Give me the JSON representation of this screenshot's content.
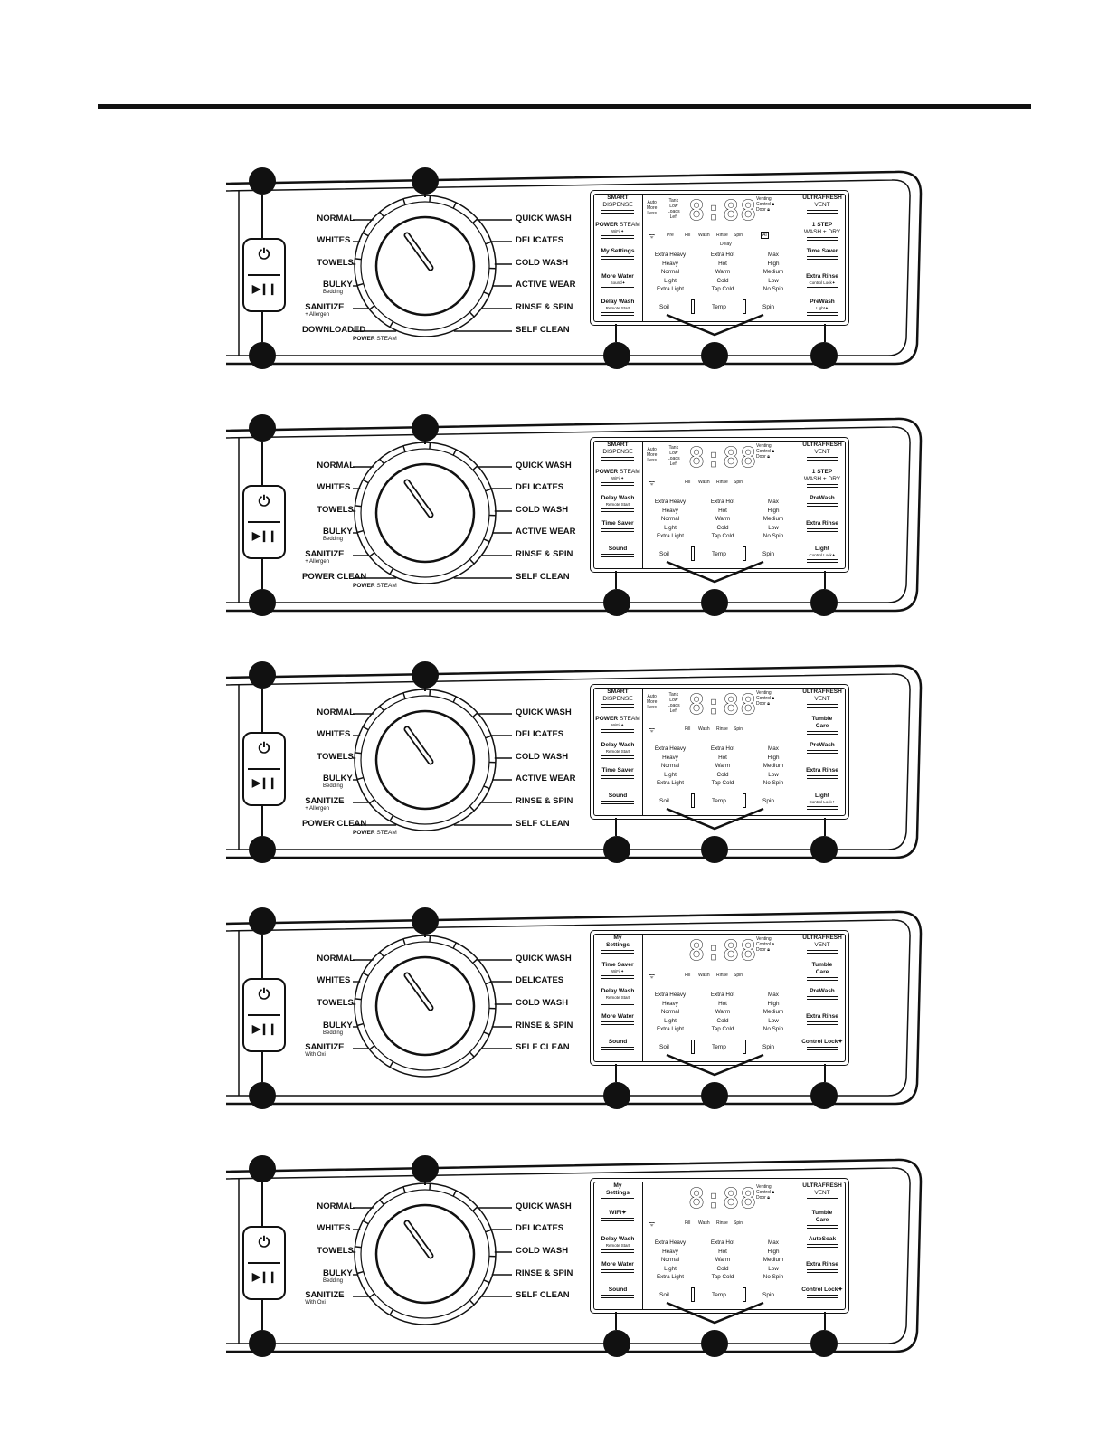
{
  "panels": [
    {
      "left_cycles": [
        {
          "label": "NORMAL"
        },
        {
          "label": "WHITES"
        },
        {
          "label": "TOWELS"
        },
        {
          "label": "BULKY",
          "sub": "Bedding"
        },
        {
          "label": "SANITIZE",
          "sub": "+ Allergen"
        },
        {
          "label": "DOWNLOADED"
        }
      ],
      "right_cycles": [
        "QUICK WASH",
        "DELICATES",
        "COLD WASH",
        "ACTIVE WEAR",
        "RINSE & SPIN",
        "SELF CLEAN"
      ],
      "powersteam": {
        "bold": "POWER",
        "rest": "STEAM"
      },
      "left_buttons": [
        {
          "label": "SMART",
          "label2": "DISPENSE"
        },
        {
          "label": "POWER",
          "label2": "STEAM",
          "sub": "WiFi ✦"
        },
        {
          "label": "My Settings"
        },
        {
          "label": "More Water",
          "sub": "Sound✦"
        },
        {
          "label": "Delay Wash",
          "sub": "Remote Start"
        }
      ],
      "right_buttons": [
        {
          "label": "ULTRAFRESH",
          "label2": "VENT"
        },
        {
          "label": "1 STEP",
          "label2": "WASH + DRY"
        },
        {
          "label": "Time Saver"
        },
        {
          "label": "Extra Rinse",
          "sub": "Control Lock✦"
        },
        {
          "label": "PreWash",
          "sub": "Light✦"
        }
      ],
      "load_labels": "Auto\nMore\nLess",
      "tank_labels": "Tank\nLow\nLoads\nLeft",
      "display": "8:88",
      "status": "Venting\nControl 🔒︎\nDoor 🔒︎",
      "phases": [
        "Pre",
        "Fill",
        "Wash",
        "Rinse",
        "Spin"
      ],
      "extra_icon": "AI",
      "delay_label": "Delay",
      "soil": [
        "Extra Heavy",
        "Heavy",
        "Normal",
        "Light",
        "Extra Light"
      ],
      "temp": [
        "Extra Hot",
        "Hot",
        "Warm",
        "Cold",
        "Tap Cold"
      ],
      "spin": [
        "Max",
        "High",
        "Medium",
        "Low",
        "No Spin"
      ],
      "selectors": [
        "Soil",
        "Temp",
        "Spin"
      ]
    },
    {
      "left_cycles": [
        {
          "label": "NORMAL"
        },
        {
          "label": "WHITES"
        },
        {
          "label": "TOWELS"
        },
        {
          "label": "BULKY",
          "sub": "Bedding"
        },
        {
          "label": "SANITIZE",
          "sub": "+ Allergen"
        },
        {
          "label": "POWER CLEAN"
        }
      ],
      "right_cycles": [
        "QUICK WASH",
        "DELICATES",
        "COLD WASH",
        "ACTIVE WEAR",
        "RINSE & SPIN",
        "SELF CLEAN"
      ],
      "powersteam": {
        "bold": "POWER",
        "rest": "STEAM"
      },
      "left_buttons": [
        {
          "label": "SMART",
          "label2": "DISPENSE"
        },
        {
          "label": "POWER",
          "label2": "STEAM",
          "sub": "WiFi ✦"
        },
        {
          "label": "Delay Wash",
          "sub": "Remote Start"
        },
        {
          "label": "Time Saver"
        },
        {
          "label": "Sound"
        }
      ],
      "right_buttons": [
        {
          "label": "ULTRAFRESH",
          "label2": "VENT"
        },
        {
          "label": "1 STEP",
          "label2": "WASH + DRY"
        },
        {
          "label": "PreWash"
        },
        {
          "label": "Extra Rinse"
        },
        {
          "label": "Light",
          "sub": "Control Lock✦"
        }
      ],
      "load_labels": "Auto\nMore\nLess",
      "tank_labels": "Tank\nLow\nLoads\nLeft",
      "display": "8:88",
      "status": "Venting\nControl 🔒︎\nDoor 🔒︎",
      "phases": [
        "Fill",
        "Wash",
        "Rinse",
        "Spin"
      ],
      "soil": [
        "Extra Heavy",
        "Heavy",
        "Normal",
        "Light",
        "Extra Light"
      ],
      "temp": [
        "Extra Hot",
        "Hot",
        "Warm",
        "Cold",
        "Tap Cold"
      ],
      "spin": [
        "Max",
        "High",
        "Medium",
        "Low",
        "No Spin"
      ],
      "selectors": [
        "Soil",
        "Temp",
        "Spin"
      ]
    },
    {
      "left_cycles": [
        {
          "label": "NORMAL"
        },
        {
          "label": "WHITES"
        },
        {
          "label": "TOWELS"
        },
        {
          "label": "BULKY",
          "sub": "Bedding"
        },
        {
          "label": "SANITIZE",
          "sub": "+ Allergen"
        },
        {
          "label": "POWER CLEAN"
        }
      ],
      "right_cycles": [
        "QUICK WASH",
        "DELICATES",
        "COLD WASH",
        "ACTIVE WEAR",
        "RINSE & SPIN",
        "SELF CLEAN"
      ],
      "powersteam": {
        "bold": "POWER",
        "rest": "STEAM"
      },
      "left_buttons": [
        {
          "label": "SMART",
          "label2": "DISPENSE"
        },
        {
          "label": "POWER",
          "label2": "STEAM",
          "sub": "WiFi ✦"
        },
        {
          "label": "Delay Wash",
          "sub": "Remote Start"
        },
        {
          "label": "Time Saver"
        },
        {
          "label": "Sound"
        }
      ],
      "right_buttons": [
        {
          "label": "ULTRAFRESH",
          "label2": "VENT"
        },
        {
          "label": "Tumble",
          "label2": "Care"
        },
        {
          "label": "PreWash"
        },
        {
          "label": "Extra Rinse"
        },
        {
          "label": "Light",
          "sub": "Control Lock✦"
        }
      ],
      "load_labels": "Auto\nMore\nLess",
      "tank_labels": "Tank\nLow\nLoads\nLeft",
      "display": "8:88",
      "status": "Venting\nControl 🔒︎\nDoor 🔒︎",
      "phases": [
        "Fill",
        "Wash",
        "Rinse",
        "Spin"
      ],
      "soil": [
        "Extra Heavy",
        "Heavy",
        "Normal",
        "Light",
        "Extra Light"
      ],
      "temp": [
        "Extra Hot",
        "Hot",
        "Warm",
        "Cold",
        "Tap Cold"
      ],
      "spin": [
        "Max",
        "High",
        "Medium",
        "Low",
        "No Spin"
      ],
      "selectors": [
        "Soil",
        "Temp",
        "Spin"
      ]
    },
    {
      "left_cycles": [
        {
          "label": "NORMAL"
        },
        {
          "label": "WHITES"
        },
        {
          "label": "TOWELS"
        },
        {
          "label": "BULKY",
          "sub": "Bedding"
        },
        {
          "label": "SANITIZE",
          "sub": "With Oxi"
        }
      ],
      "right_cycles": [
        "QUICK WASH",
        "DELICATES",
        "COLD WASH",
        "RINSE & SPIN",
        "SELF CLEAN"
      ],
      "left_buttons": [
        {
          "label": "My",
          "label2": "Settings"
        },
        {
          "label": "Time Saver",
          "sub": "WiFi ✦"
        },
        {
          "label": "Delay Wash",
          "sub": "Remote Start"
        },
        {
          "label": "More Water"
        },
        {
          "label": "Sound"
        }
      ],
      "right_buttons": [
        {
          "label": "ULTRAFRESH",
          "label2": "VENT"
        },
        {
          "label": "Tumble",
          "label2": "Care"
        },
        {
          "label": "PreWash"
        },
        {
          "label": "Extra Rinse"
        },
        {
          "label": "Control Lock✦"
        }
      ],
      "display": "8:88",
      "status": "Venting\nControl 🔒︎\nDoor 🔒︎",
      "phases": [
        "Fill",
        "Wash",
        "Rinse",
        "Spin"
      ],
      "soil": [
        "Extra Heavy",
        "Heavy",
        "Normal",
        "Light",
        "Extra Light"
      ],
      "temp": [
        "Extra Hot",
        "Hot",
        "Warm",
        "Cold",
        "Tap Cold"
      ],
      "spin": [
        "Max",
        "High",
        "Medium",
        "Low",
        "No Spin"
      ],
      "selectors": [
        "Soil",
        "Temp",
        "Spin"
      ]
    },
    {
      "left_cycles": [
        {
          "label": "NORMAL"
        },
        {
          "label": "WHITES"
        },
        {
          "label": "TOWELS"
        },
        {
          "label": "BULKY",
          "sub": "Bedding"
        },
        {
          "label": "SANITIZE",
          "sub": "With Oxi"
        }
      ],
      "right_cycles": [
        "QUICK WASH",
        "DELICATES",
        "COLD WASH",
        "RINSE & SPIN",
        "SELF CLEAN"
      ],
      "left_buttons": [
        {
          "label": "My",
          "label2": "Settings"
        },
        {
          "label": "WiFi✦"
        },
        {
          "label": "Delay Wash",
          "sub": "Remote Start"
        },
        {
          "label": "More Water"
        },
        {
          "label": "Sound"
        }
      ],
      "right_buttons": [
        {
          "label": "ULTRAFRESH",
          "label2": "VENT"
        },
        {
          "label": "Tumble",
          "label2": "Care"
        },
        {
          "label": "AutoSoak"
        },
        {
          "label": "Extra Rinse"
        },
        {
          "label": "Control Lock✦"
        }
      ],
      "display": "8:88",
      "status": "Venting\nControl 🔒︎\nDoor 🔒︎",
      "phases": [
        "Fill",
        "Wash",
        "Rinse",
        "Spin"
      ],
      "soil": [
        "Extra Heavy",
        "Heavy",
        "Normal",
        "Light",
        "Extra Light"
      ],
      "temp": [
        "Extra Hot",
        "Hot",
        "Warm",
        "Cold",
        "Tap Cold"
      ],
      "spin": [
        "Max",
        "High",
        "Medium",
        "Low",
        "No Spin"
      ],
      "selectors": [
        "Soil",
        "Temp",
        "Spin"
      ]
    }
  ],
  "icons": {
    "power": "⏻",
    "play_pause": "▶❙❙",
    "wifi": "ᯤ"
  }
}
